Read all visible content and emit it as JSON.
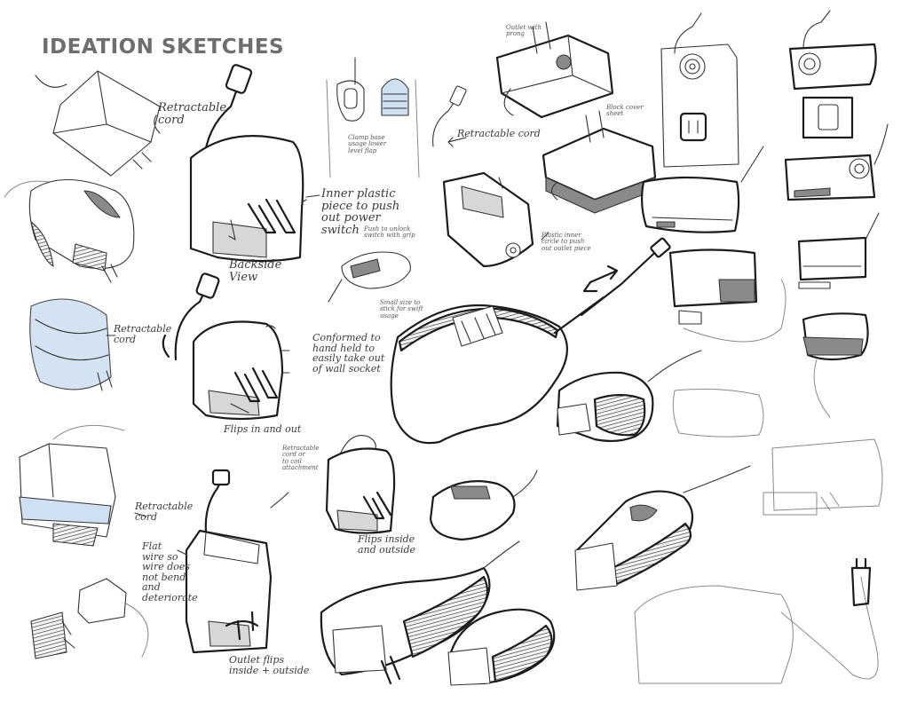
{
  "header": {
    "title": "IDEATION SKETCHES"
  },
  "annotations": {
    "retractable_cord_1": "Retractable\ncord",
    "inner_plastic_piece": "Inner plastic\npiece to push\nout power\nswitch",
    "backside_view": "Backside\nView",
    "clamp_ideas": "Clamp base\nusage lower\nlevel flap",
    "retractable_cord_2": "Retractable cord",
    "push_to_unlock": "Push to unlock\nswitch with grip",
    "plastic_inner_circle": "Plastic inner\ncircle to push\nout outlet piece",
    "small_size": "Small size to\nstick for swift\nusage",
    "retractable_cord_3": "Retractable\ncord",
    "conformed": "Conformed to\nhand held to\neasily take out\nof wall socket",
    "flips_in_and_out": "Flips in and out",
    "retractable_cord_4": "Retractable\ncord or\nto coil\nattachment",
    "flips_inside_outside": "Flips inside\nand outside",
    "retractable_cord_5": "Retractable\ncord",
    "flat_wire": "Flat\nwire so\nwire does\nnot bend\nand\ndeteriorate",
    "outlet_flips": "Outlet flips\ninside + outside",
    "small_prong_1": "Outlet with\nprong",
    "small_prong_2": "Block cover\nsheet"
  },
  "colors": {
    "title": "#6e6e6e",
    "ink": "#1c1c1c",
    "accent_blue": "#cfe0f3",
    "shade": "#8a8a8a"
  }
}
